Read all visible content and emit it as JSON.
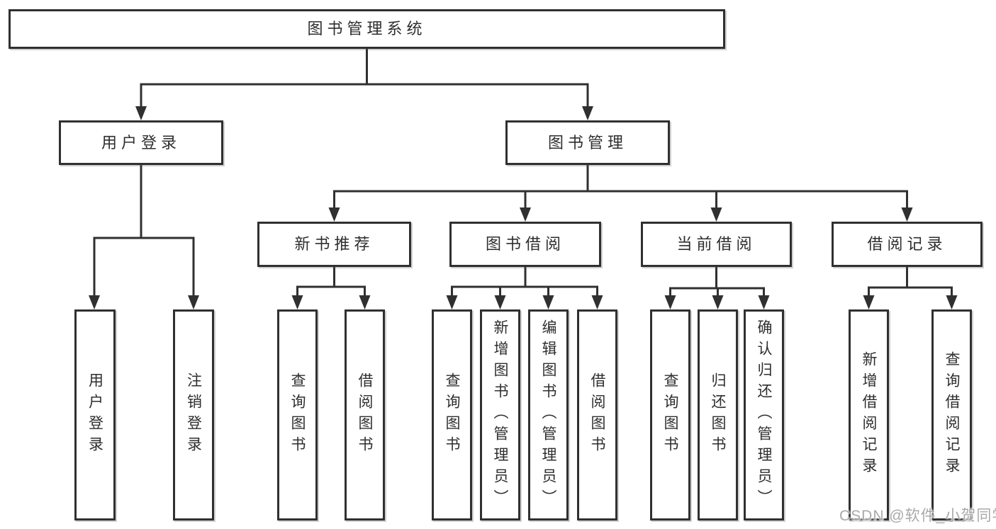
{
  "diagram": {
    "type": "tree",
    "root": {
      "label": "图书管理系统",
      "children": [
        {
          "label": "用户登录",
          "children": [
            {
              "label": "用户登录"
            },
            {
              "label": "注销登录"
            }
          ]
        },
        {
          "label": "图书管理",
          "children": [
            {
              "label": "新书推荐",
              "children": [
                {
                  "label": "查询图书"
                },
                {
                  "label": "借阅图书"
                }
              ]
            },
            {
              "label": "图书借阅",
              "children": [
                {
                  "label": "查询图书"
                },
                {
                  "label": "新增图书（管理员）"
                },
                {
                  "label": "编辑图书（管理员）"
                },
                {
                  "label": "借阅图书"
                }
              ]
            },
            {
              "label": "当前借阅",
              "children": [
                {
                  "label": "查询图书"
                },
                {
                  "label": "归还图书"
                },
                {
                  "label": "确认归还（管理员）"
                }
              ]
            },
            {
              "label": "借阅记录",
              "children": [
                {
                  "label": "新增借阅记录"
                },
                {
                  "label": "查询借阅记录"
                }
              ]
            }
          ]
        }
      ]
    }
  },
  "watermark": {
    "text": "CSDN @软件_小贺同学"
  },
  "colors": {
    "line": "#303030",
    "box_border": "#303030",
    "box_fill": "#ffffff",
    "text": "#2e2e2e",
    "background": "#ffffff",
    "watermark": "#a9a9a9"
  }
}
